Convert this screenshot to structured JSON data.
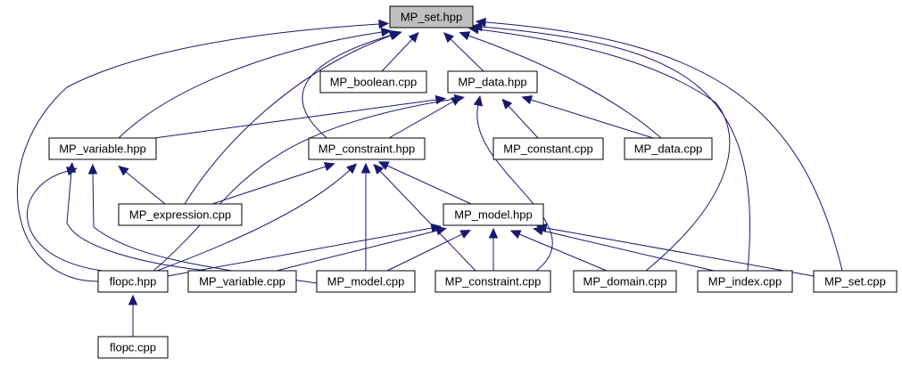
{
  "graph": {
    "nodes": [
      {
        "id": "mp_set_hpp",
        "label": "MP_set.hpp",
        "root": true
      },
      {
        "id": "mp_boolean_cpp",
        "label": "MP_boolean.cpp"
      },
      {
        "id": "mp_data_hpp",
        "label": "MP_data.hpp"
      },
      {
        "id": "mp_variable_hpp",
        "label": "MP_variable.hpp"
      },
      {
        "id": "mp_constraint_hpp",
        "label": "MP_constraint.hpp"
      },
      {
        "id": "mp_constant_cpp",
        "label": "MP_constant.cpp"
      },
      {
        "id": "mp_data_cpp",
        "label": "MP_data.cpp"
      },
      {
        "id": "mp_expression_cpp",
        "label": "MP_expression.cpp"
      },
      {
        "id": "mp_model_hpp",
        "label": "MP_model.hpp"
      },
      {
        "id": "flopc_hpp",
        "label": "flopc.hpp"
      },
      {
        "id": "mp_variable_cpp",
        "label": "MP_variable.cpp"
      },
      {
        "id": "mp_model_cpp",
        "label": "MP_model.cpp"
      },
      {
        "id": "mp_constraint_cpp",
        "label": "MP_constraint.cpp"
      },
      {
        "id": "mp_domain_cpp",
        "label": "MP_domain.cpp"
      },
      {
        "id": "mp_index_cpp",
        "label": "MP_index.cpp"
      },
      {
        "id": "mp_set_cpp",
        "label": "MP_set.cpp"
      },
      {
        "id": "flopc_cpp",
        "label": "flopc.cpp"
      }
    ],
    "edges": [
      {
        "from": "mp_boolean_cpp",
        "to": "mp_set_hpp"
      },
      {
        "from": "mp_data_hpp",
        "to": "mp_set_hpp"
      },
      {
        "from": "mp_variable_hpp",
        "to": "mp_set_hpp"
      },
      {
        "from": "mp_constraint_hpp",
        "to": "mp_set_hpp"
      },
      {
        "from": "mp_expression_cpp",
        "to": "mp_set_hpp"
      },
      {
        "from": "flopc_hpp",
        "to": "mp_set_hpp"
      },
      {
        "from": "mp_data_cpp",
        "to": "mp_set_hpp"
      },
      {
        "from": "mp_domain_cpp",
        "to": "mp_set_hpp"
      },
      {
        "from": "mp_index_cpp",
        "to": "mp_set_hpp"
      },
      {
        "from": "mp_set_cpp",
        "to": "mp_set_hpp"
      },
      {
        "from": "mp_variable_hpp",
        "to": "mp_data_hpp"
      },
      {
        "from": "mp_constraint_hpp",
        "to": "mp_data_hpp"
      },
      {
        "from": "mp_constant_cpp",
        "to": "mp_data_hpp"
      },
      {
        "from": "mp_data_cpp",
        "to": "mp_data_hpp"
      },
      {
        "from": "flopc_hpp",
        "to": "mp_data_hpp"
      },
      {
        "from": "mp_constraint_cpp",
        "to": "mp_data_hpp"
      },
      {
        "from": "mp_expression_cpp",
        "to": "mp_variable_hpp"
      },
      {
        "from": "flopc_hpp",
        "to": "mp_variable_hpp"
      },
      {
        "from": "mp_model_cpp",
        "to": "mp_variable_hpp"
      },
      {
        "from": "mp_variable_cpp",
        "to": "mp_variable_hpp"
      },
      {
        "from": "mp_expression_cpp",
        "to": "mp_constraint_hpp"
      },
      {
        "from": "mp_model_hpp",
        "to": "mp_constraint_hpp"
      },
      {
        "from": "flopc_hpp",
        "to": "mp_constraint_hpp"
      },
      {
        "from": "mp_model_cpp",
        "to": "mp_constraint_hpp"
      },
      {
        "from": "mp_constraint_cpp",
        "to": "mp_constraint_hpp"
      },
      {
        "from": "flopc_hpp",
        "to": "mp_model_hpp"
      },
      {
        "from": "mp_variable_cpp",
        "to": "mp_model_hpp"
      },
      {
        "from": "mp_model_cpp",
        "to": "mp_model_hpp"
      },
      {
        "from": "mp_constraint_cpp",
        "to": "mp_model_hpp"
      },
      {
        "from": "mp_domain_cpp",
        "to": "mp_model_hpp"
      },
      {
        "from": "mp_index_cpp",
        "to": "mp_model_hpp"
      },
      {
        "from": "mp_set_cpp",
        "to": "mp_model_hpp"
      },
      {
        "from": "flopc_cpp",
        "to": "flopc_hpp"
      }
    ]
  }
}
